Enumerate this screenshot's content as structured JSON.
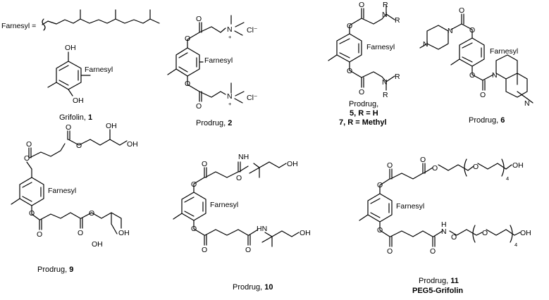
{
  "header": {
    "farnesyl_def": "Farnesyl ="
  },
  "compounds": [
    {
      "id": "grifolin",
      "caption_prefix": "Grifolin, ",
      "caption_number": "1",
      "labels": {
        "oh_top": "OH",
        "oh_bottom": "OH",
        "farnesyl": "Farnesyl"
      }
    },
    {
      "id": "prodrug2",
      "caption_prefix": "Prodrug, ",
      "caption_number": "2",
      "labels": {
        "farnesyl": "Farnesyl",
        "o1": "O",
        "o2": "O",
        "o3": "O",
        "o4": "O",
        "n1": "N",
        "n2": "N",
        "plus": "+",
        "cl1": "Cl⁻",
        "cl2": "Cl⁻"
      }
    },
    {
      "id": "prodrug57",
      "caption_line1": "Prodrug,",
      "caption_line2": "5, R = H",
      "caption_line3": "7, R = Methyl",
      "labels": {
        "farnesyl": "Farnesyl",
        "r": "R",
        "n": "N",
        "o": "O"
      }
    },
    {
      "id": "prodrug6",
      "caption_prefix": "Prodrug, ",
      "caption_number": "6",
      "labels": {
        "farnesyl": "Farnesyl",
        "n": "N",
        "o": "O"
      }
    },
    {
      "id": "prodrug9",
      "caption_prefix": "Prodrug, ",
      "caption_number": "9",
      "labels": {
        "farnesyl": "Farnesyl",
        "oh": "OH",
        "o": "O"
      }
    },
    {
      "id": "prodrug10",
      "caption_prefix": "Prodrug, ",
      "caption_number": "10",
      "labels": {
        "farnesyl": "Farnesyl",
        "oh": "OH",
        "o": "O",
        "nh": "NH",
        "hn": "HN"
      }
    },
    {
      "id": "prodrug11",
      "caption_prefix": "Prodrug, ",
      "caption_number": "11",
      "caption_line2": "PEG5-Grifolin",
      "labels": {
        "farnesyl": "Farnesyl",
        "oh": "OH",
        "o": "O",
        "h": "H",
        "n": "N",
        "sub4": "4"
      }
    }
  ]
}
